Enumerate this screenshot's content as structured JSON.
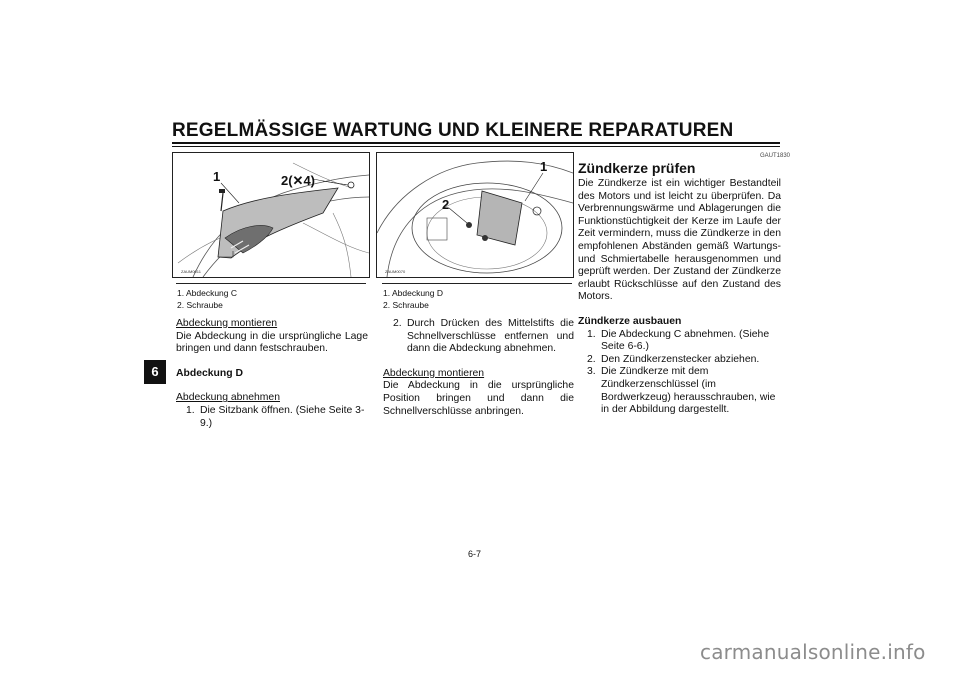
{
  "header": {
    "title": "REGELMÄSSIGE WARTUNG UND KLEINERE REPARATUREN",
    "chapter": "6"
  },
  "figure1": {
    "callout_1": "1",
    "callout_2": "2(✕4)",
    "image_code": "ZAUM0011",
    "captions": [
      "1. Abdeckung C",
      "2. Schraube"
    ]
  },
  "figure2": {
    "callout_1": "1",
    "callout_2": "2",
    "image_code": "ZAUM0070",
    "captions": [
      "1. Abdeckung D",
      "2. Schraube"
    ]
  },
  "col1": {
    "heading_install": "Abdeckung montieren",
    "para_install": "Die Abdeckung in die ursprüngliche Lage bringen und dann festschrauben.",
    "heading_cover_d": "Abdeckung D",
    "heading_remove": "Abdeckung abnehmen",
    "steps": [
      {
        "num": "1.",
        "text": "Die Sitzbank öffnen. (Siehe Seite 3-9.)"
      }
    ]
  },
  "col2": {
    "steps": [
      {
        "num": "2.",
        "text": "Durch Drücken des Mittelstifts die Schnellverschlüsse entfernen und dann die Abdeckung abnehmen."
      }
    ],
    "heading_install": "Abdeckung montieren",
    "para_install": "Die Abdeckung in die ursprüngliche Position bringen und dann die Schnellverschlüsse anbringen."
  },
  "col3": {
    "code": "GAUT1830",
    "heading": "Zündkerze prüfen",
    "para": "Die Zündkerze ist ein wichtiger Bestandteil des Motors und ist leicht zu überprüfen. Da Verbrennungswärme und Ablagerungen die Funktionstüchtigkeit der Kerze im Laufe der Zeit vermindern, muss die Zündkerze in den empfohlenen Abständen gemäß Wartungs- und Schmiertabelle herausgenommen und geprüft werden. Der Zustand der Zündkerze erlaubt Rückschlüsse auf den Zustand des Motors.",
    "subheading": "Zündkerze ausbauen",
    "steps": [
      {
        "num": "1.",
        "text": "Die Abdeckung C abnehmen. (Siehe Seite 6-6.)"
      },
      {
        "num": "2.",
        "text": "Den Zündkerzenstecker abziehen."
      },
      {
        "num": "3.",
        "text": "Die Zündkerze mit dem Zündkerzenschlüssel (im Bordwerkzeug) herausschrauben, wie in der Abbildung dargestellt."
      }
    ]
  },
  "footer": {
    "page": "6-7",
    "watermark": "carmanualsonline.info"
  }
}
